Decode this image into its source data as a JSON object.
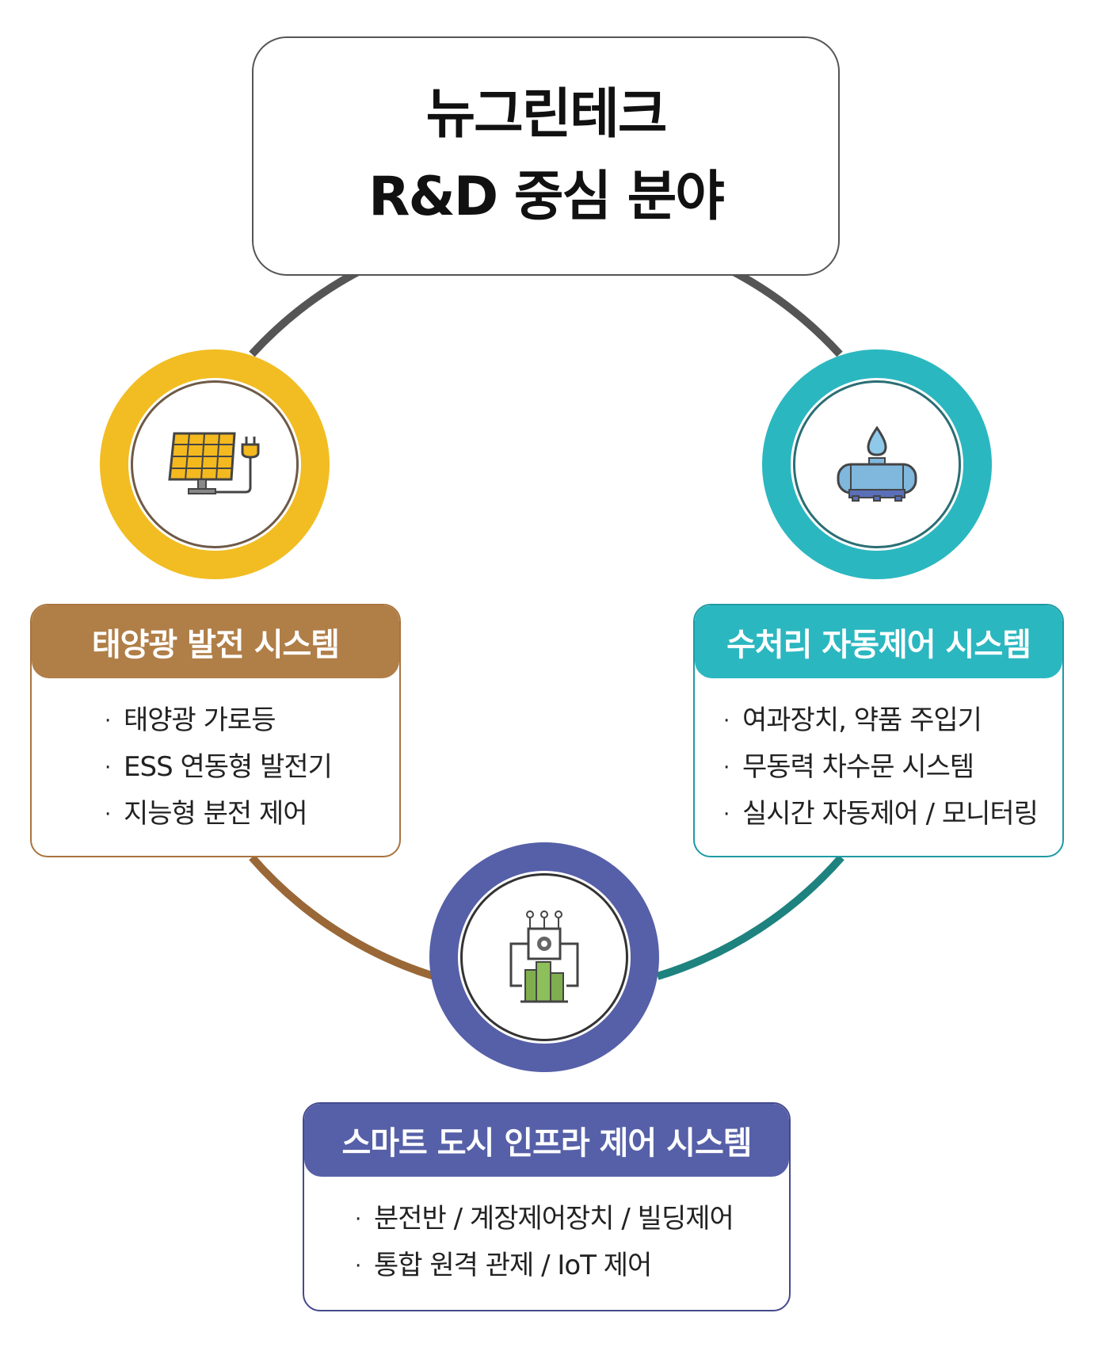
{
  "title": {
    "line1": "뉴그린테크",
    "line2": "R&D 중심 분야"
  },
  "icons": {
    "solar": "solar-panel-plug-icon",
    "water": "water-tank-drop-icon",
    "city": "smart-city-chip-icon"
  },
  "colors": {
    "solar_ring": "#f2bd22",
    "solar_header": "#b07e47",
    "water_ring": "#2bb7c0",
    "water_header": "#2bb7c0",
    "city_ring": "#5660a8",
    "city_header": "#5660a8",
    "connector_top": "#555555",
    "connector_left": "#9a6737",
    "connector_right": "#1e827f"
  },
  "cards": {
    "solar": {
      "title": "태양광 발전 시스템",
      "items": [
        "태양광 가로등",
        "ESS 연동형 발전기",
        "지능형 분전 제어"
      ]
    },
    "water": {
      "title": "수처리 자동제어 시스템",
      "items": [
        "여과장치, 약품 주입기",
        "무동력 차수문 시스템",
        "실시간 자동제어 / 모니터링"
      ]
    },
    "city": {
      "title": "스마트 도시 인프라 제어 시스템",
      "items": [
        "분전반 / 계장제어장치 / 빌딩제어",
        "통합 원격 관제 / IoT 제어"
      ]
    }
  },
  "bullet": "·"
}
